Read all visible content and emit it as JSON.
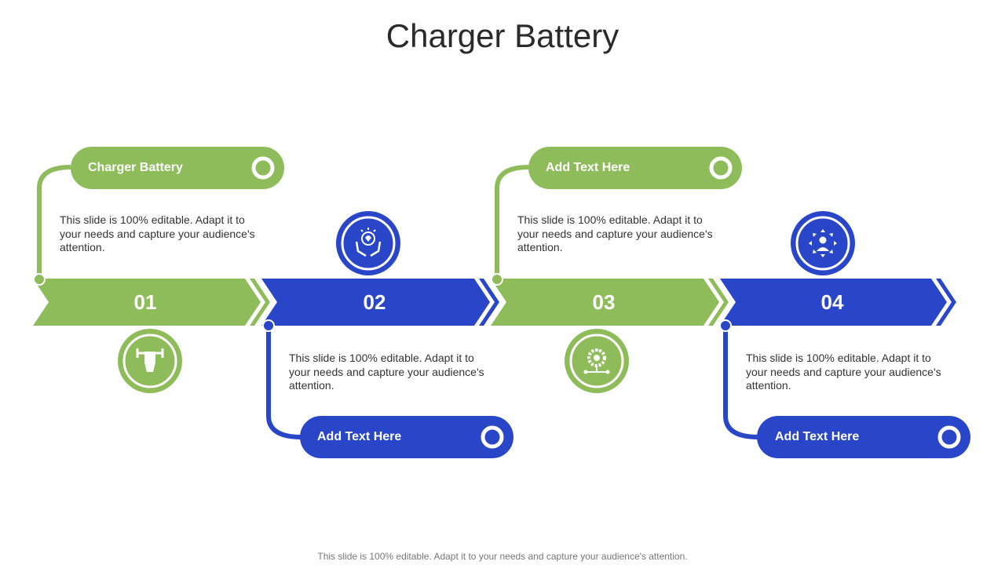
{
  "title": "Charger Battery",
  "colors": {
    "green": "#8fbc5a",
    "blue": "#2946c8",
    "white": "#ffffff"
  },
  "steps": [
    {
      "number": "01",
      "label": "Charger Battery",
      "description": "This slide is 100% editable. Adapt it to your needs and capture your audience's attention.",
      "color": "green",
      "icon": "dumbbell-hand-icon"
    },
    {
      "number": "02",
      "label": "Add Text Here",
      "description": "This slide is 100% editable. Adapt it to your needs and capture your audience's attention.",
      "color": "blue",
      "icon": "hands-heart-icon"
    },
    {
      "number": "03",
      "label": "Add Text Here",
      "description": "This slide is 100% editable. Adapt it to your needs and capture your audience's attention.",
      "color": "green",
      "icon": "gear-network-icon"
    },
    {
      "number": "04",
      "label": "Add Text Here",
      "description": "This slide is 100% editable. Adapt it to your needs and capture your audience's attention.",
      "color": "blue",
      "icon": "person-arrows-icon"
    }
  ],
  "footer": "This slide is 100% editable. Adapt it to your needs and capture your audience's attention."
}
